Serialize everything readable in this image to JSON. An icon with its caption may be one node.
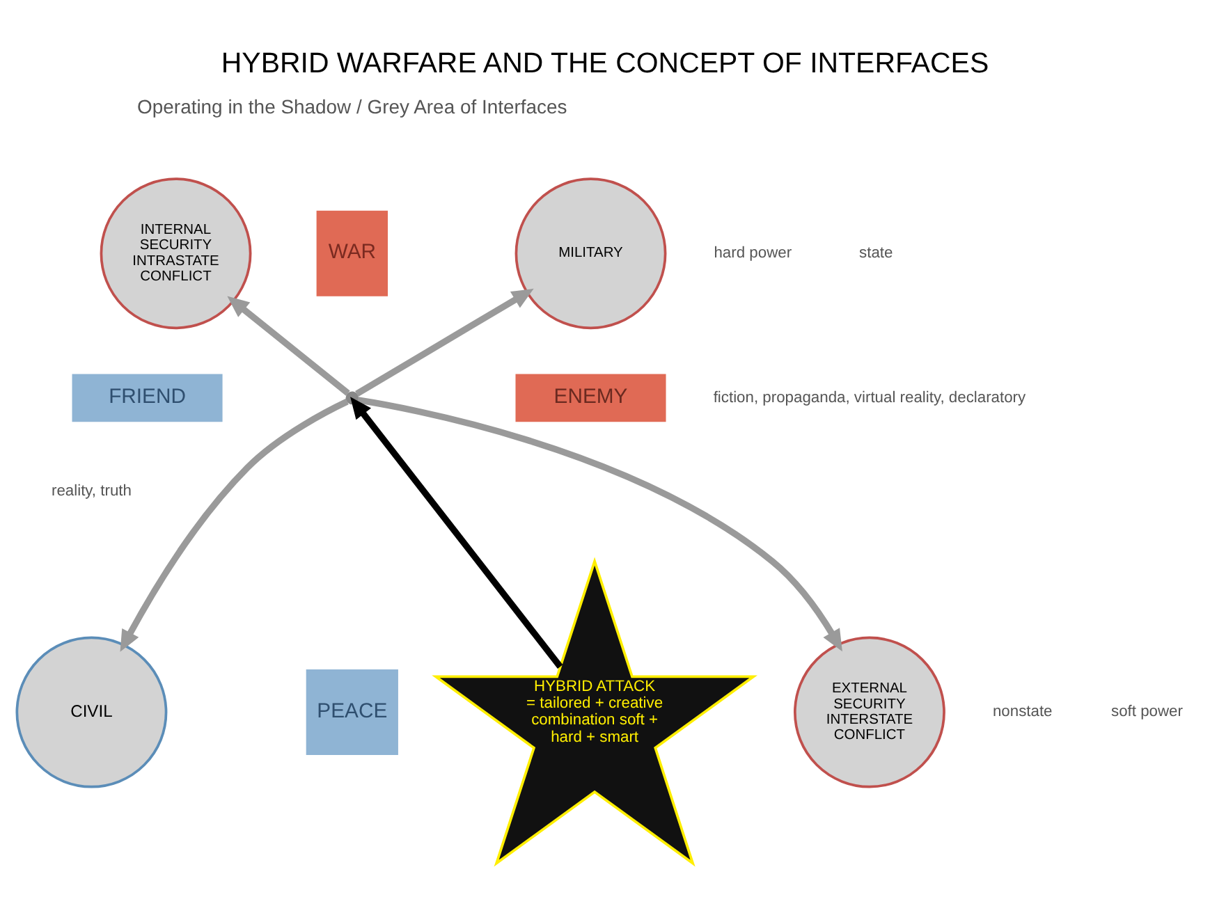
{
  "diagram": {
    "title": "HYBRID WARFARE AND THE CONCEPT OF INTERFACES",
    "nodes": [
      {
        "text": [
          "INTERNAL SECURITY INTRASTATE CONFLICT"
        ]
      },
      {
        "text": [
          "MILITARY"
        ]
      },
      {
        "text": [],
        "shape": "circle"
      },
      {
        "text": [
          "CIVIL"
        ]
      },
      {
        "text": [
          "EXTERNAL SECURITY INTERSTATE CONFLICT"
        ]
      },
      {
        "text": [
          "HYBRID ATTACK",
          "= tailored + creative combination soft + hard + smart"
        ]
      },
      {
        "text": [
          "WAR"
        ]
      },
      {
        "text": [
          "PEACE"
        ]
      },
      {
        "text": [
          "FRIEND"
        ]
      },
      {
        "text": [
          "ENEMY"
        ]
      }
    ],
    "edges": [
      {
        "from": 2,
        "to": 0,
        "arrow": "to"
      },
      {
        "from": 2,
        "to": 1,
        "arrow": "to"
      },
      {
        "from": 2,
        "to": 3,
        "arrow": "to"
      },
      {
        "from": 2,
        "to": 4,
        "arrow": "to"
      },
      {
        "from": 5,
        "to": 2,
        "arrow": "to",
        "color": "#000000"
      }
    ],
    "labels": [
      "Operating in the Shadow / Grey Area of Interfaces",
      "hard power",
      "state",
      "fiction, propaganda, virtual reality, declaratory",
      "reality, truth",
      "nonstate",
      "soft power"
    ]
  }
}
